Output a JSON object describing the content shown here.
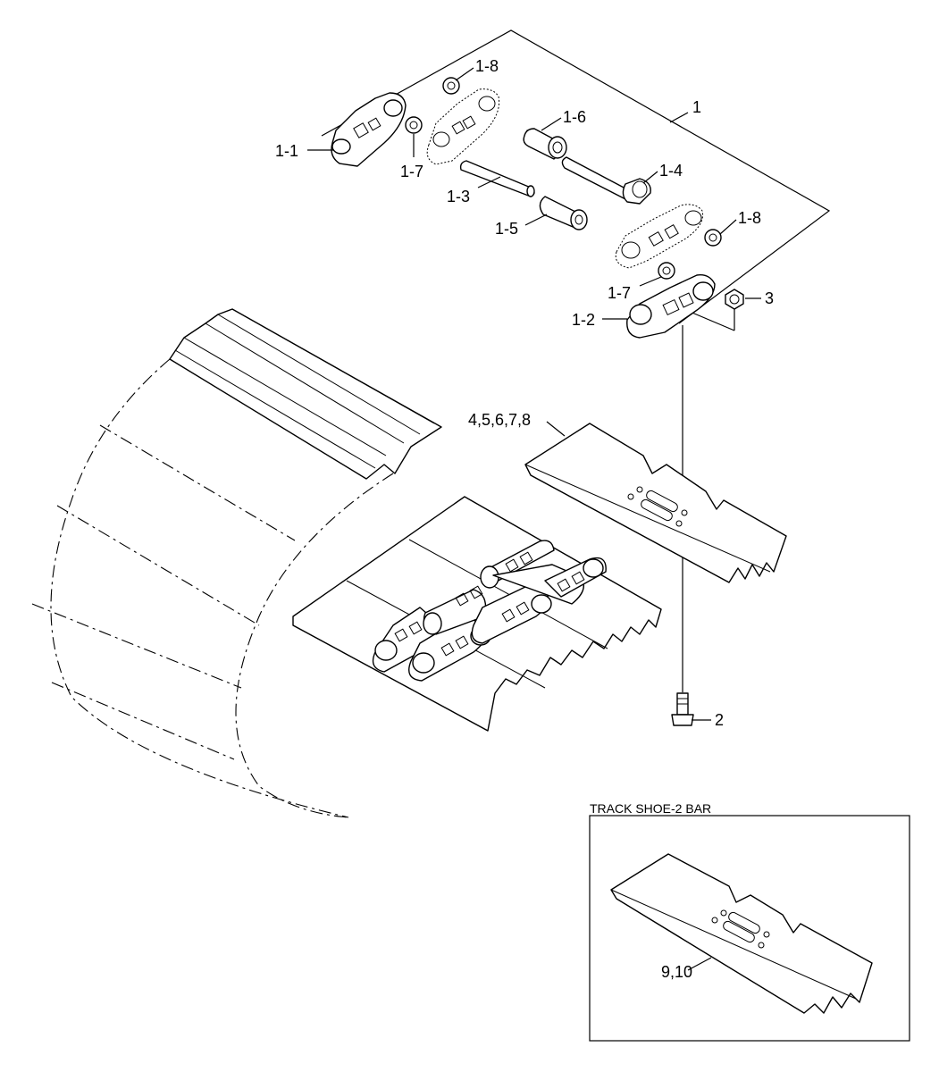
{
  "callouts": {
    "assy": "1",
    "link_left": "1-1",
    "link_right": "1-2",
    "pin": "1-3",
    "master_pin": "1-4",
    "bushing": "1-5",
    "master_bushing": "1-6",
    "seal_a": "1-7",
    "seal_b": "1-7",
    "spacer_a": "1-8",
    "spacer_b": "1-8",
    "bolt": "2",
    "nut": "3",
    "shoe": "4,5,6,7,8",
    "shoe_2bar": "9,10"
  },
  "inset": {
    "title": "TRACK SHOE-2 BAR"
  }
}
